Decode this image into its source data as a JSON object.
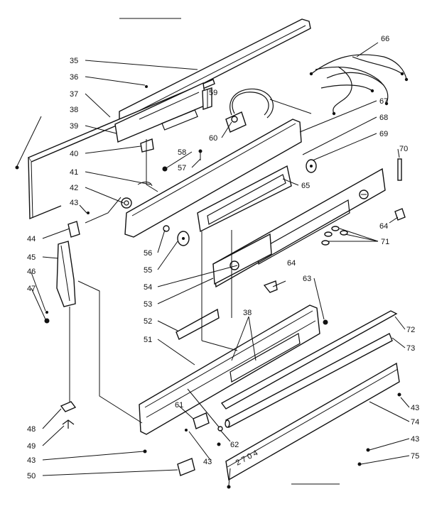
{
  "labels": {
    "l35": "35",
    "l36": "36",
    "l37": "37",
    "l38a": "38",
    "l39": "39",
    "l40": "40",
    "l41": "41",
    "l42": "42",
    "l43a": "43",
    "l44": "44",
    "l45": "45",
    "l46": "46",
    "l47": "47",
    "l48": "48",
    "l49": "49",
    "l43b": "43",
    "l50": "50",
    "l59": "59",
    "l58": "58",
    "l57": "57",
    "l60": "60",
    "l66": "66",
    "l67": "67",
    "l68": "68",
    "l69": "69",
    "l70": "70",
    "l65": "65",
    "l64a": "64",
    "l71": "71",
    "l56": "56",
    "l55": "55",
    "l54": "54",
    "l53": "53",
    "l64b": "64",
    "l63": "63",
    "l52": "52",
    "l38b": "38",
    "l51": "51",
    "l72": "72",
    "l73": "73",
    "l61": "61",
    "l62": "62",
    "l43c": "43",
    "l43d": "43",
    "l74": "74",
    "l43e": "43",
    "l75": "75"
  },
  "panel_text": {
    "trim_marking": "2 7 0 4"
  }
}
